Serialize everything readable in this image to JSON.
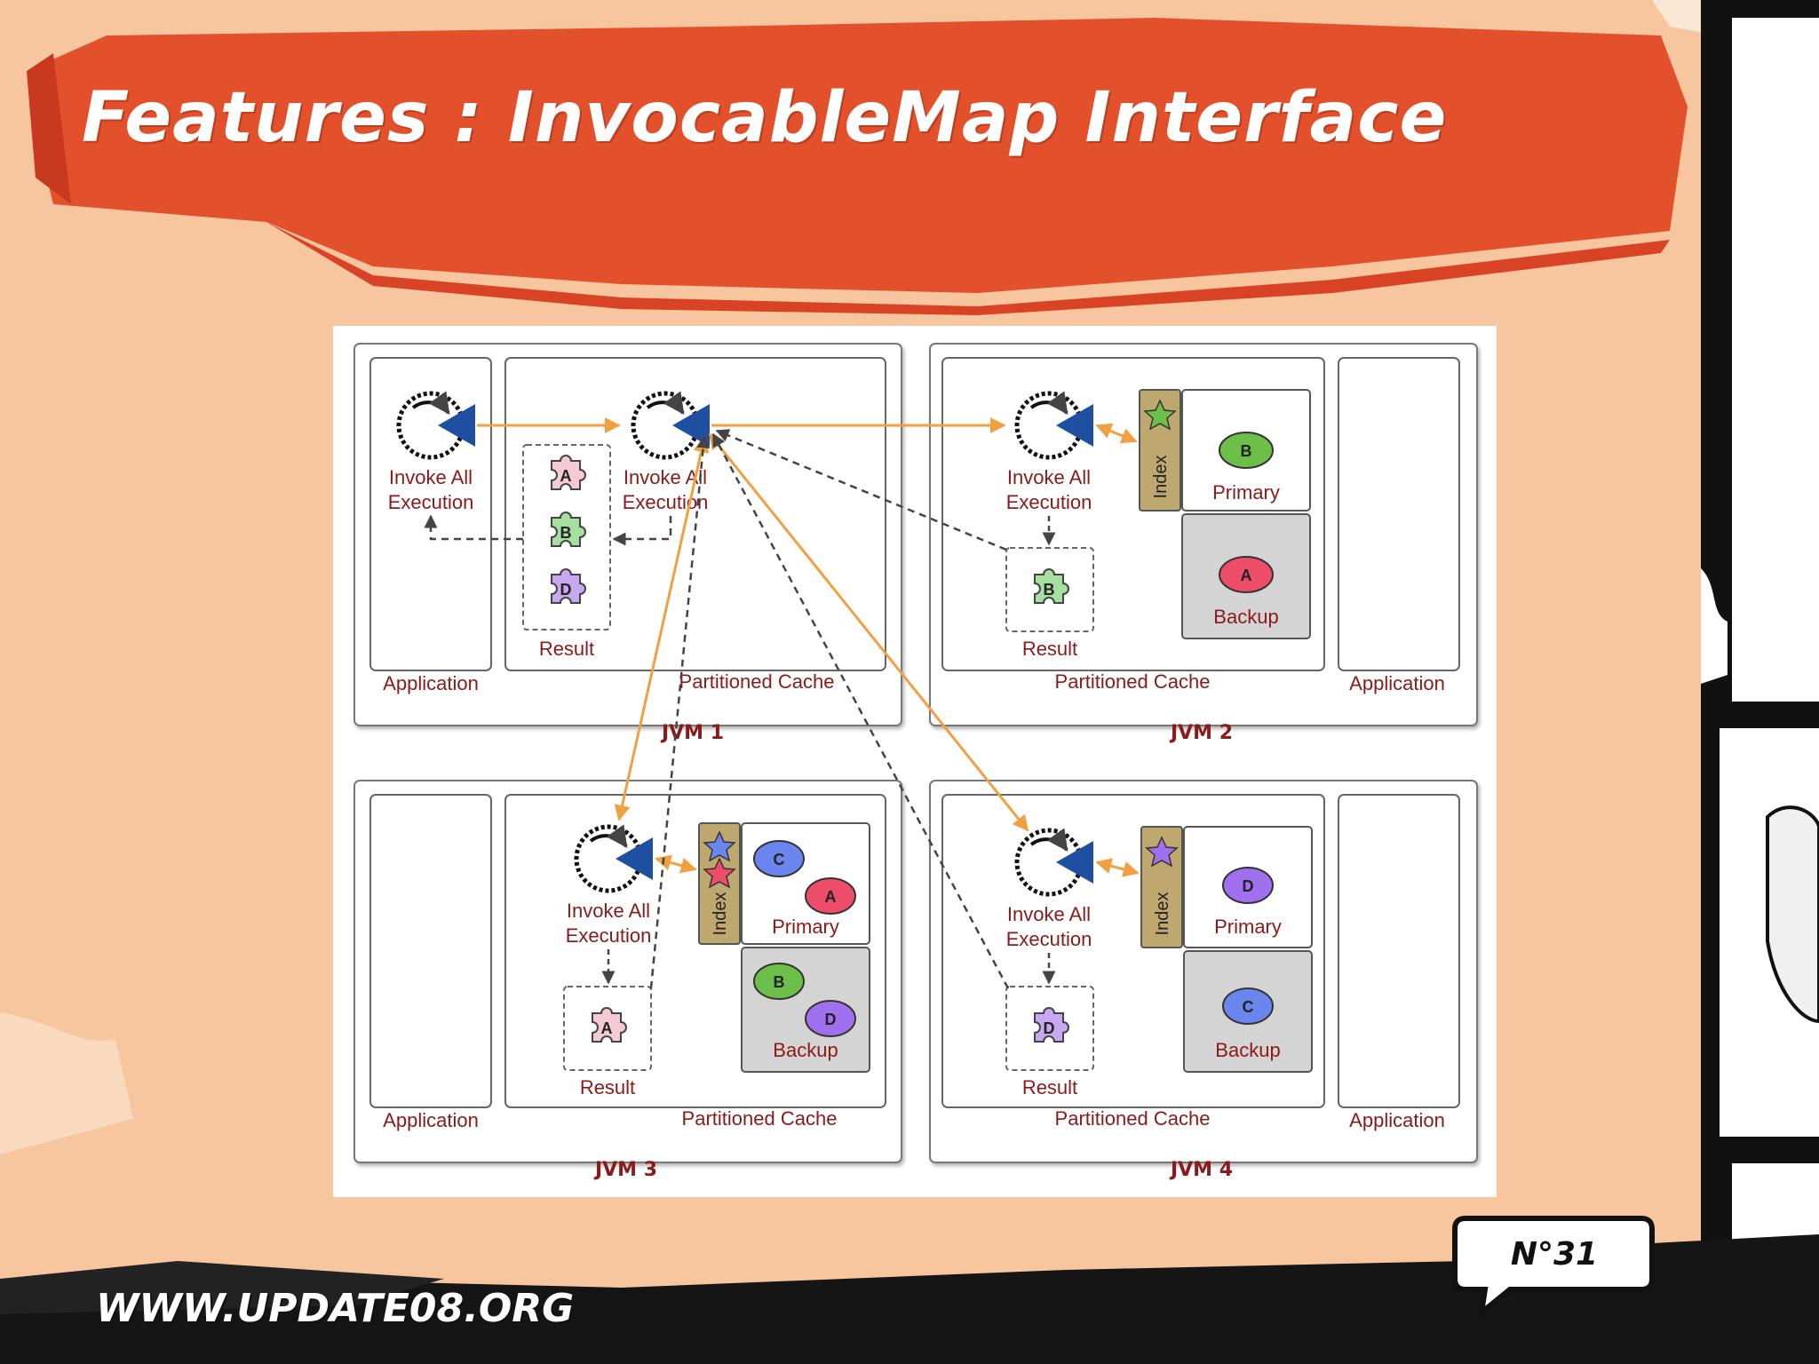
{
  "slide": {
    "title": "Features : InvocableMap Interface",
    "footer_url": "WWW.UPDATE08.ORG",
    "slide_number": "N°31"
  },
  "diagram": {
    "jvm1": {
      "label": "JVM 1",
      "application_label": "Application",
      "app_invoke_label": [
        "Invoke All",
        "Execution"
      ],
      "cache_label": "Partitioned Cache",
      "cache_invoke_label": [
        "Invoke All",
        "Execution"
      ],
      "result_label": "Result",
      "result_pieces": [
        "A",
        "B",
        "D"
      ]
    },
    "jvm2": {
      "label": "JVM 2",
      "application_label": "Application",
      "cache_label": "Partitioned Cache",
      "invoke_label": [
        "Invoke All",
        "Execution"
      ],
      "index_label": "Index",
      "primary_label": "Primary",
      "primary_items": [
        "B"
      ],
      "backup_label": "Backup",
      "backup_items": [
        "A"
      ],
      "result_label": "Result",
      "result_pieces": [
        "B"
      ]
    },
    "jvm3": {
      "label": "JVM 3",
      "application_label": "Application",
      "cache_label": "Partitioned Cache",
      "invoke_label": [
        "Invoke All",
        "Execution"
      ],
      "index_label": "Index",
      "primary_label": "Primary",
      "primary_items": [
        "C",
        "A"
      ],
      "backup_label": "Backup",
      "backup_items": [
        "B",
        "D"
      ],
      "result_label": "Result",
      "result_pieces": [
        "A"
      ]
    },
    "jvm4": {
      "label": "JVM 4",
      "application_label": "Application",
      "cache_label": "Partitioned Cache",
      "invoke_label": [
        "Invoke All",
        "Execution"
      ],
      "index_label": "Index",
      "primary_label": "Primary",
      "primary_items": [
        "D"
      ],
      "backup_label": "Backup",
      "backup_items": [
        "C"
      ],
      "result_label": "Result",
      "result_pieces": [
        "D"
      ]
    }
  },
  "colors": {
    "banner": "#e2502c",
    "background": "#f8c9a0",
    "arrow_orange": "#f0a040",
    "arrow_dashed": "#555555",
    "triangle_blue": "#1f4fa0",
    "label_red": "#8b1a1a",
    "index_tan": "#bfa870",
    "blob_green": "#6cc04a",
    "blob_red": "#ee4d6a",
    "blob_blue": "#6a86ee",
    "blob_purple": "#a070ee",
    "piece_pink": "#f6c9d6",
    "piece_green": "#a6e0a0",
    "piece_purple": "#c8a8f0"
  }
}
